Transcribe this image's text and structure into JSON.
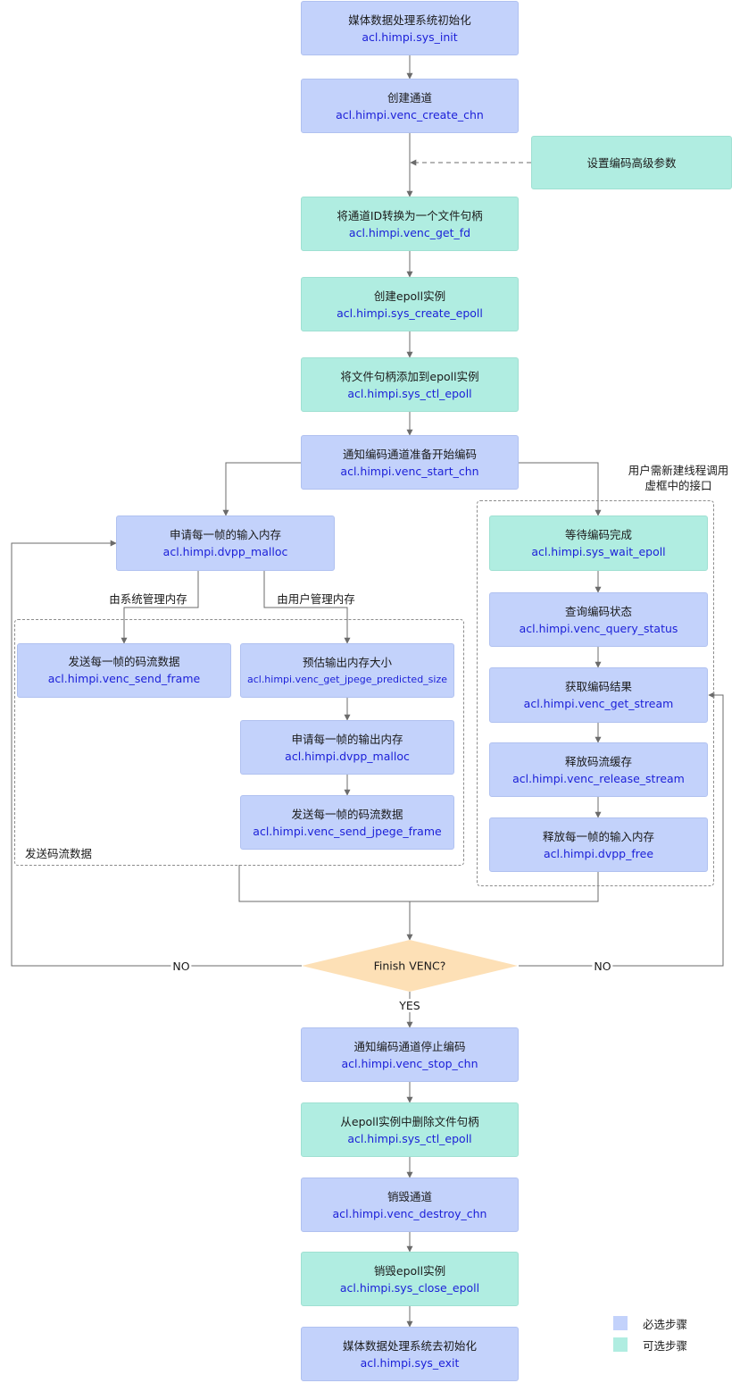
{
  "nodes": {
    "sys_init": {
      "title": "媒体数据处理系统初始化",
      "api": "acl.himpi.sys_init"
    },
    "create_chn": {
      "title": "创建通道",
      "api": "acl.himpi.venc_create_chn"
    },
    "adv_param": {
      "title": "设置编码高级参数"
    },
    "get_fd": {
      "title": "将通道ID转换为一个文件句柄",
      "api": "acl.himpi.venc_get_fd"
    },
    "create_epoll": {
      "title": "创建epoll实例",
      "api": "acl.himpi.sys_create_epoll"
    },
    "ctl_epoll_add": {
      "title": "将文件句柄添加到epoll实例",
      "api": "acl.himpi.sys_ctl_epoll"
    },
    "start_chn": {
      "title": "通知编码通道准备开始编码",
      "api": "acl.himpi.venc_start_chn"
    },
    "in_malloc": {
      "title": "申请每一帧的输入内存",
      "api": "acl.himpi.dvpp_malloc"
    },
    "send_frame": {
      "title": "发送每一帧的码流数据",
      "api": "acl.himpi.venc_send_frame"
    },
    "predict_size": {
      "title": "预估输出内存大小",
      "api": "acl.himpi.venc_get_jpege_predicted_size"
    },
    "out_malloc": {
      "title": "申请每一帧的输出内存",
      "api": "acl.himpi.dvpp_malloc"
    },
    "send_jpege": {
      "title": "发送每一帧的码流数据",
      "api": "acl.himpi.venc_send_jpege_frame"
    },
    "wait_epoll": {
      "title": "等待编码完成",
      "api": "acl.himpi.sys_wait_epoll"
    },
    "query_status": {
      "title": "查询编码状态",
      "api": "acl.himpi.venc_query_status"
    },
    "get_stream": {
      "title": "获取编码结果",
      "api": "acl.himpi.venc_get_stream"
    },
    "release_stream": {
      "title": "释放码流缓存",
      "api": "acl.himpi.venc_release_stream"
    },
    "dvpp_free": {
      "title": "释放每一帧的输入内存",
      "api": "acl.himpi.dvpp_free"
    },
    "stop_chn": {
      "title": "通知编码通道停止编码",
      "api": "acl.himpi.venc_stop_chn"
    },
    "ctl_epoll_del": {
      "title": "从epoll实例中删除文件句柄",
      "api": "acl.himpi.sys_ctl_epoll"
    },
    "destroy_chn": {
      "title": "销毁通道",
      "api": "acl.himpi.venc_destroy_chn"
    },
    "close_epoll": {
      "title": "销毁epoll实例",
      "api": "acl.himpi.sys_close_epoll"
    },
    "sys_exit": {
      "title": "媒体数据处理系统去初始化",
      "api": "acl.himpi.sys_exit"
    }
  },
  "decision": {
    "text": "Finish VENC?",
    "yes": "YES",
    "no_left": "NO",
    "no_right": "NO"
  },
  "labels": {
    "sys_managed": "由系统管理内存",
    "user_managed": "由用户管理内存",
    "send_group": "发送码流数据",
    "thread_note_line1": "用户需新建线程调用",
    "thread_note_line2": "虚框中的接口"
  },
  "legend": {
    "required": "必选步骤",
    "optional": "可选步骤",
    "required_color": "#c3d2fb",
    "optional_color": "#b0ede1"
  },
  "colors": {
    "api_text": "#1b1fd8",
    "decision_fill": "#fde0b6",
    "line": "#6b6b6b"
  }
}
